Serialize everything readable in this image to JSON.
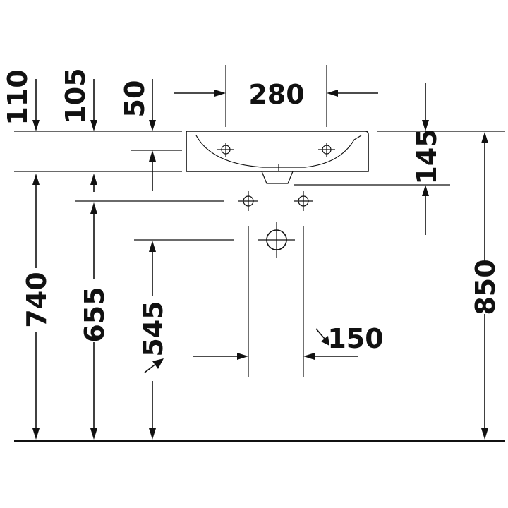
{
  "drawing": {
    "dimensions": {
      "d110": "110",
      "d105": "105",
      "d50": "50",
      "d280": "280",
      "d145": "145",
      "d740": "740",
      "d655": "655",
      "d545": "545",
      "d150": "150",
      "d850": "850"
    },
    "colors": {
      "line": "#111111",
      "background": "#ffffff"
    }
  }
}
